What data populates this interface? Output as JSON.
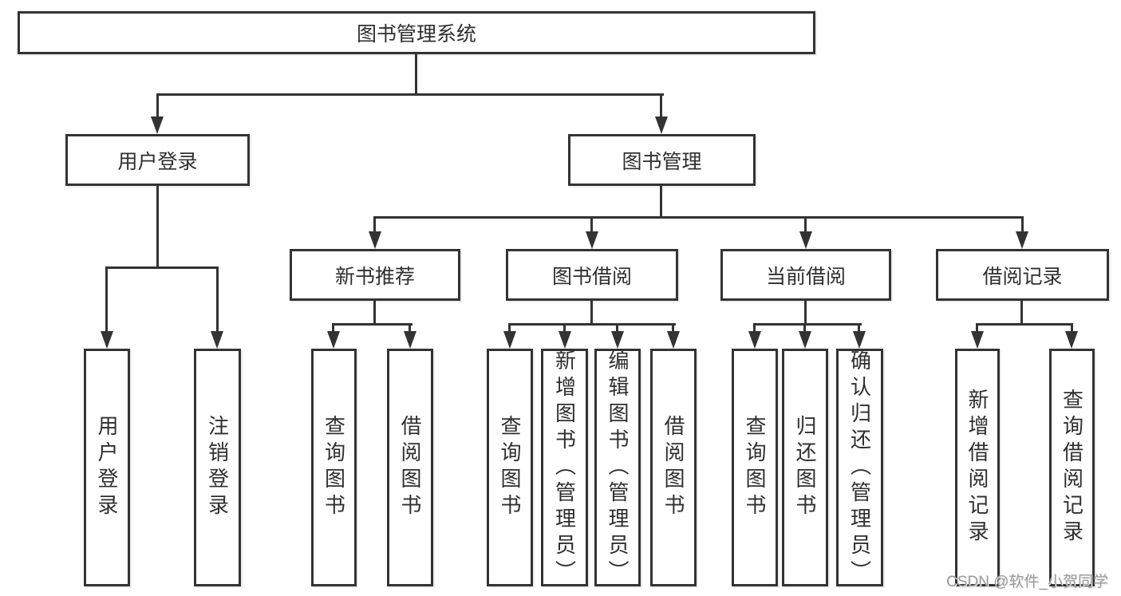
{
  "diagram": {
    "root": {
      "label": "图书管理系统"
    },
    "level2": [
      {
        "label": "用户登录"
      },
      {
        "label": "图书管理"
      }
    ],
    "level3": [
      {
        "label": "新书推荐"
      },
      {
        "label": "图书借阅"
      },
      {
        "label": "当前借阅"
      },
      {
        "label": "借阅记录"
      }
    ],
    "leaves": [
      {
        "label": "用户登录"
      },
      {
        "label": "注销登录"
      },
      {
        "label": "查询图书"
      },
      {
        "label": "借阅图书"
      },
      {
        "label": "查询图书"
      },
      {
        "label": "新增图书（管理员）"
      },
      {
        "label": "编辑图书（管理员）"
      },
      {
        "label": "借阅图书"
      },
      {
        "label": "查询图书"
      },
      {
        "label": "归还图书"
      },
      {
        "label": "确认归还（管理员）"
      },
      {
        "label": "新增借阅记录"
      },
      {
        "label": "查询借阅记录"
      }
    ]
  },
  "watermark": {
    "text": "CSDN @软件_小贺同学"
  },
  "colors": {
    "line": "#333333",
    "text": "#2f2f2f",
    "background": "#ffffff",
    "watermark": "#9c9c9c"
  }
}
